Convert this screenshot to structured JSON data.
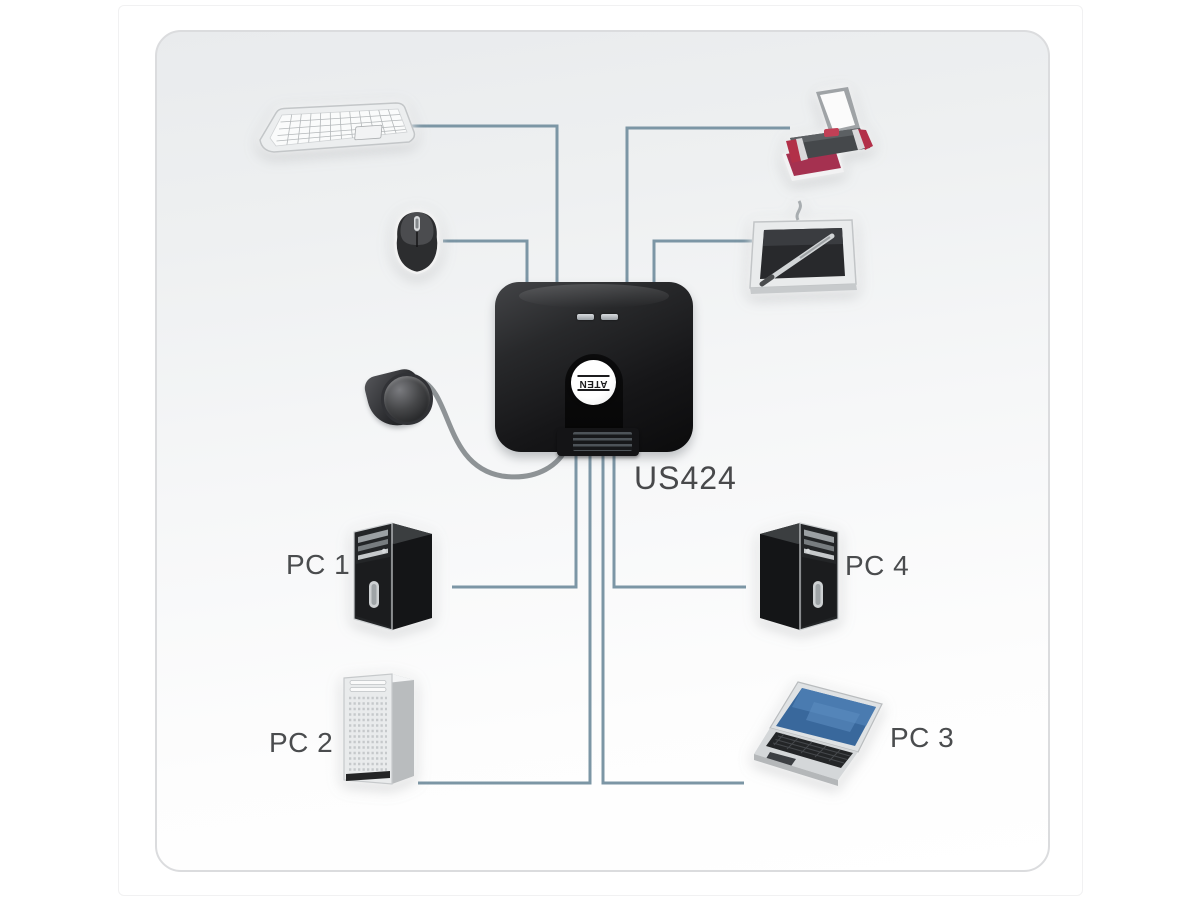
{
  "device": {
    "brand_logo": "ATEN",
    "model_label": "US424"
  },
  "computers": [
    {
      "label": "PC 1"
    },
    {
      "label": "PC 2"
    },
    {
      "label": "PC 3"
    },
    {
      "label": "PC 4"
    }
  ],
  "peripheral_icons": [
    "keyboard",
    "mouse",
    "printer",
    "graphics-tablet"
  ],
  "colors": {
    "connection_line": "#7C96A5",
    "remote_cable": "#8E9396",
    "label_text": "#4A4C4E",
    "switch_body": "#1D1D1F",
    "printer_accent": "#B23048",
    "laptop_screen": "#39689C"
  }
}
